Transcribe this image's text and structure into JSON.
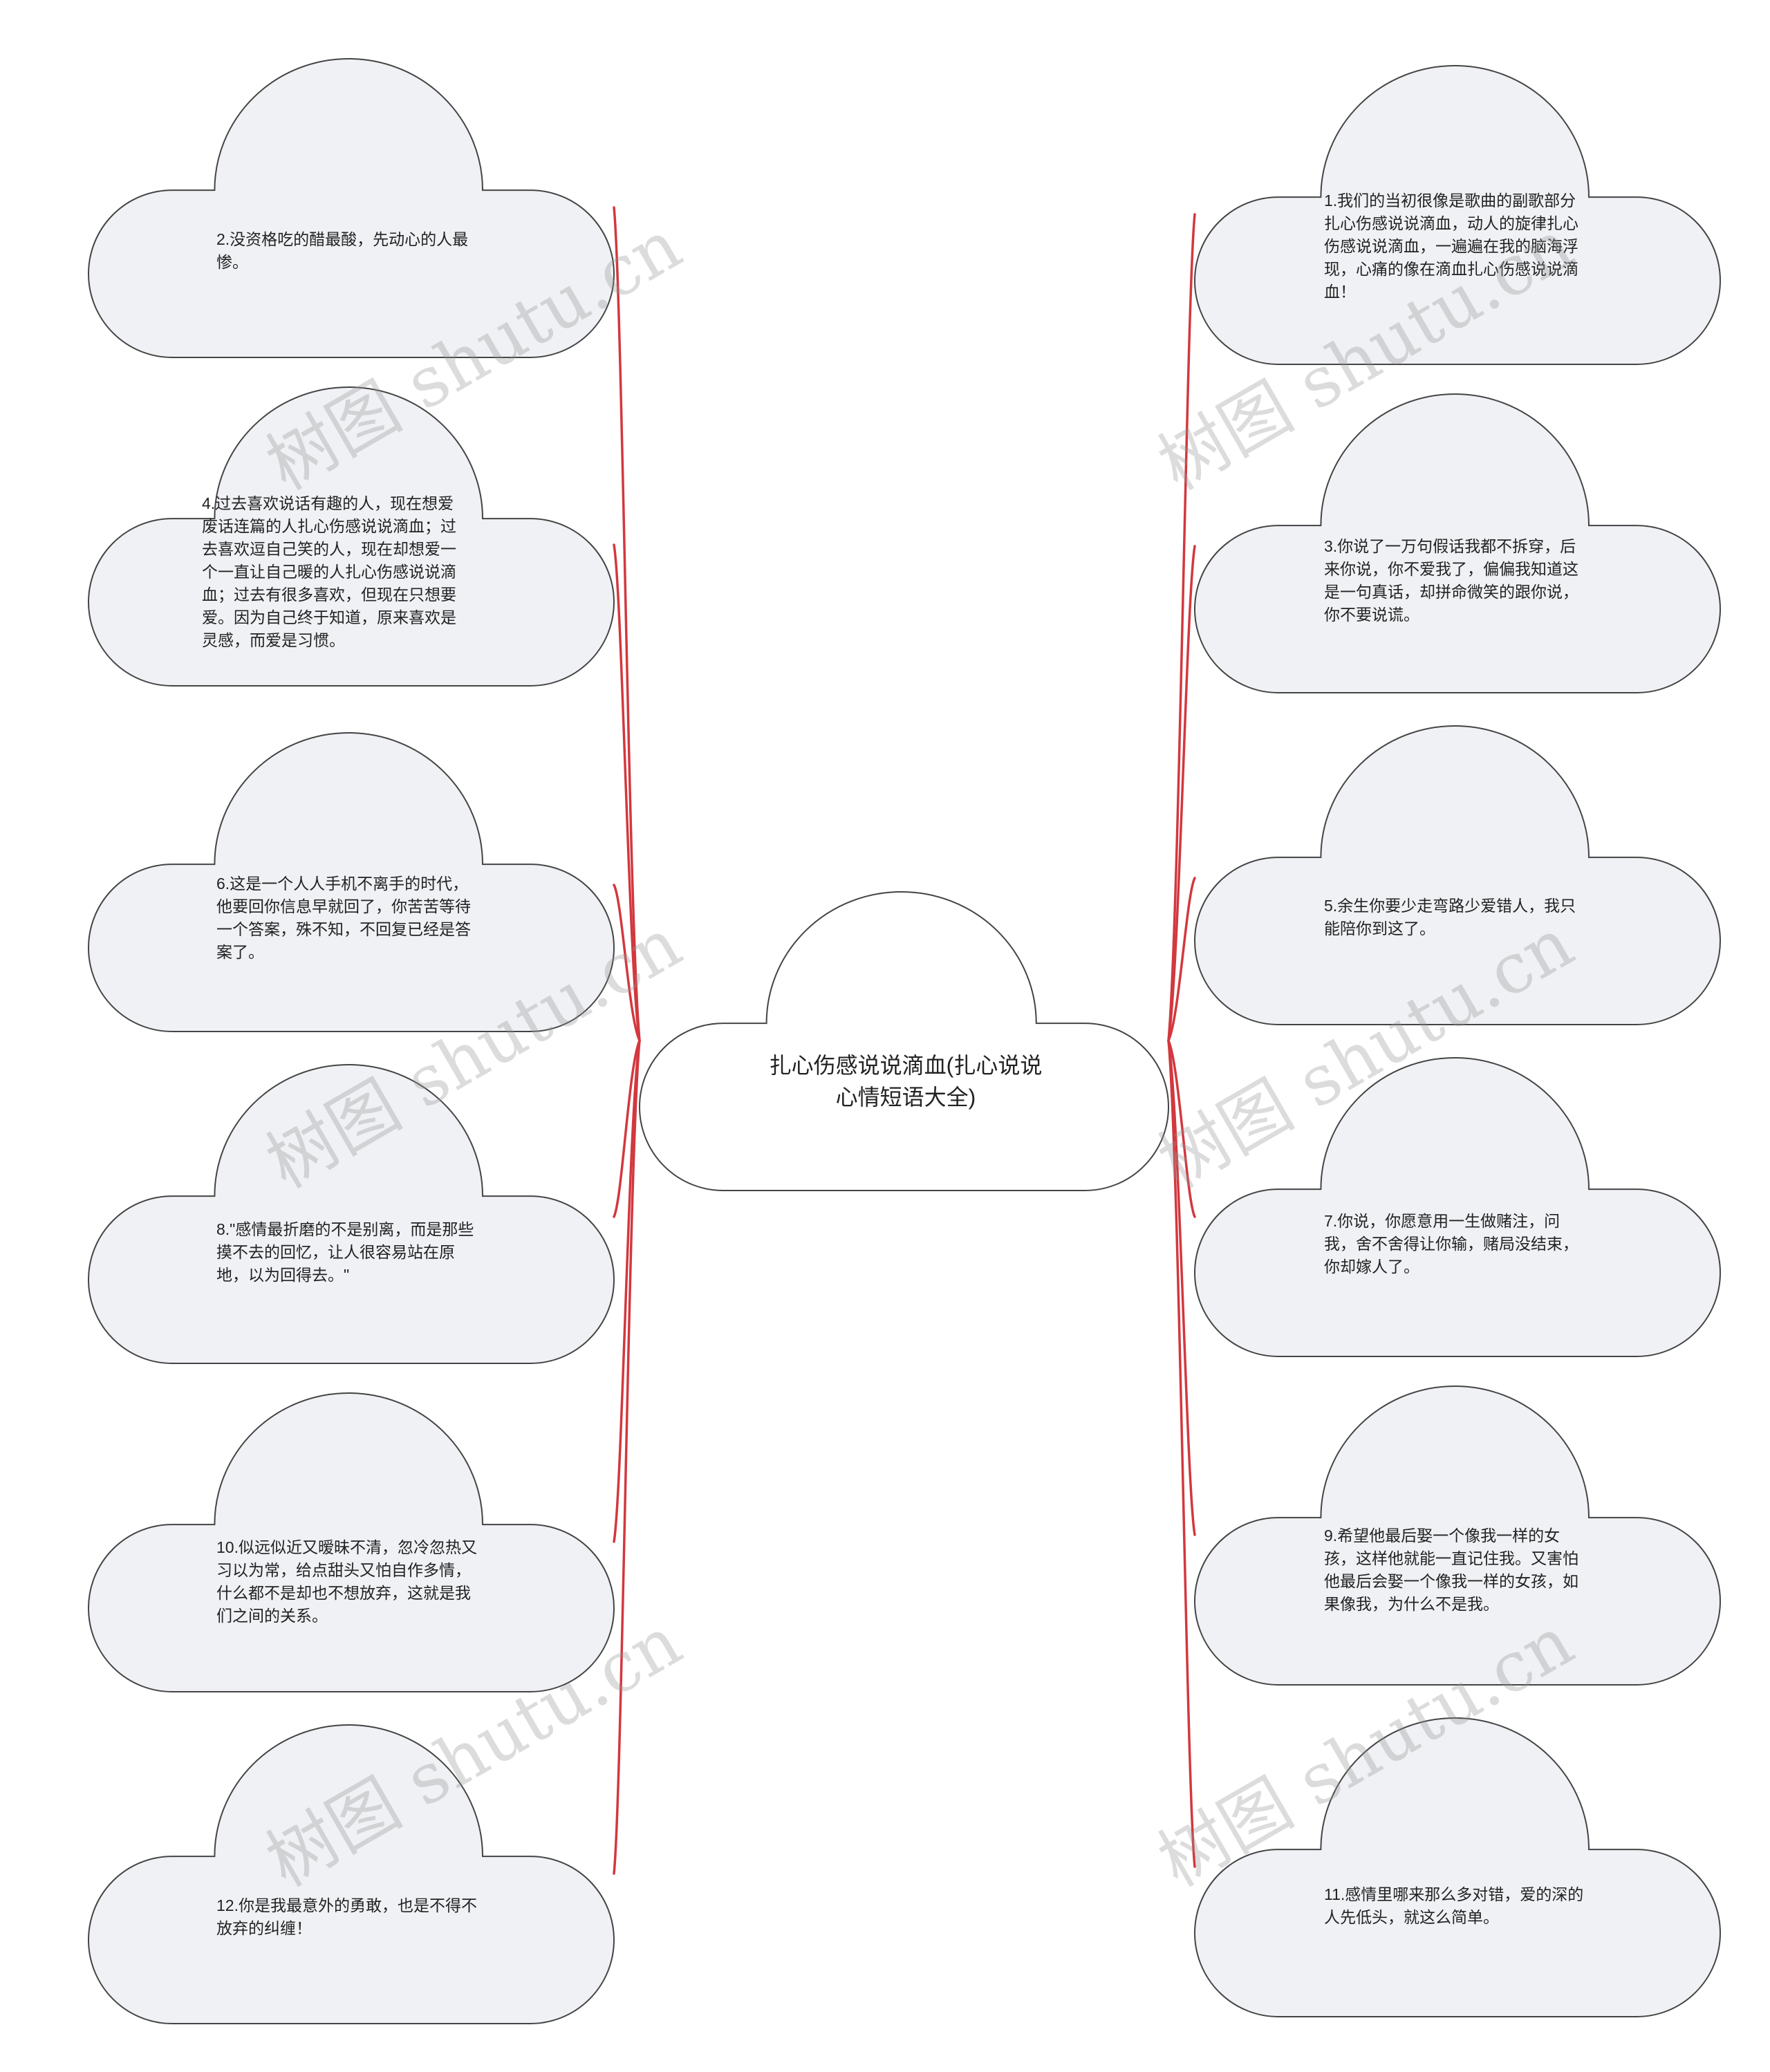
{
  "colors": {
    "cloud_fill": "#eff1f4",
    "cloud_stroke": "#444444",
    "center_fill": "#ffffff",
    "connector": "#d2383e"
  },
  "center": {
    "title": "扎心伤感说说滴血(扎心说说心情短语大全)"
  },
  "left_nodes": [
    {
      "text": "2.没资格吃的醋最酸，先动心的人最惨。"
    },
    {
      "text": "4.过去喜欢说话有趣的人，现在想爱废话连篇的人扎心伤感说说滴血；过去喜欢逗自己笑的人，现在却想爱一个一直让自己暖的人扎心伤感说说滴血；过去有很多喜欢，但现在只想要爱。因为自己终于知道，原来喜欢是灵感，而爱是习惯。"
    },
    {
      "text": "6.这是一个人人手机不离手的时代，他要回你信息早就回了，你苦苦等待一个答案，殊不知，不回复已经是答案了。"
    },
    {
      "text": "8.\"感情最折磨的不是别离，而是那些摸不去的回忆，让人很容易站在原地，以为回得去。\""
    },
    {
      "text": "10.似远似近又暧昧不清，忽冷忽热又习以为常，给点甜头又怕自作多情，什么都不是却也不想放弃，这就是我们之间的关系。"
    },
    {
      "text": "12.你是我最意外的勇敢，也是不得不放弃的纠缠！"
    }
  ],
  "right_nodes": [
    {
      "text": "1.我们的当初很像是歌曲的副歌部分扎心伤感说说滴血，动人的旋律扎心伤感说说滴血，一遍遍在我的脑海浮现，心痛的像在滴血扎心伤感说说滴血！"
    },
    {
      "text": "3.你说了一万句假话我都不拆穿，后来你说，你不爱我了，偏偏我知道这是一句真话，却拼命微笑的跟你说，你不要说谎。"
    },
    {
      "text": "5.余生你要少走弯路少爱错人，我只能陪你到这了。"
    },
    {
      "text": "7.你说，你愿意用一生做赌注，问我，舍不舍得让你输，赌局没结束，你却嫁人了。"
    },
    {
      "text": "9.希望他最后娶一个像我一样的女孩，这样他就能一直记住我。又害怕他最后会娶一个像我一样的女孩，如果像我，为什么不是我。"
    },
    {
      "text": "11.感情里哪来那么多对错，爱的深的人先低头，就这么简单。"
    }
  ],
  "watermark": {
    "text": "树图 shutu.cn"
  }
}
